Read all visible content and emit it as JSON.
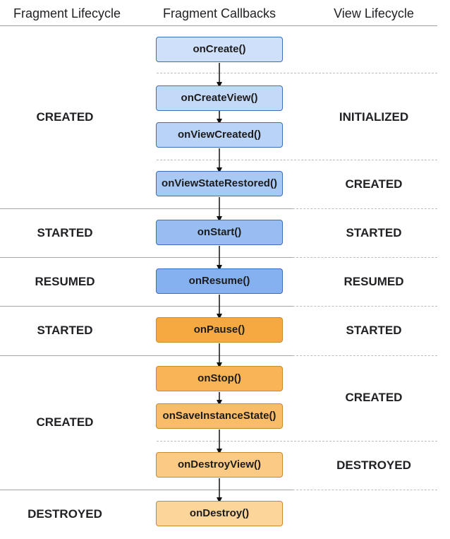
{
  "headers": {
    "fragment_lifecycle": "Fragment Lifecycle",
    "fragment_callbacks": "Fragment Callbacks",
    "view_lifecycle": "View Lifecycle"
  },
  "fragment_states": [
    "CREATED",
    "STARTED",
    "RESUMED",
    "STARTED",
    "CREATED",
    "DESTROYED"
  ],
  "view_states": [
    "INITIALIZED",
    "CREATED",
    "STARTED",
    "RESUMED",
    "STARTED",
    "CREATED",
    "DESTROYED"
  ],
  "callbacks": [
    {
      "label": "onCreate()",
      "fill": "#cfe1fa"
    },
    {
      "label": "onCreateView()",
      "fill": "#c3d9f8"
    },
    {
      "label": "onViewCreated()",
      "fill": "#b9d3f7"
    },
    {
      "label": "onViewStateRestored()",
      "fill": "#a9c9f5"
    },
    {
      "label": "onStart()",
      "fill": "#98bdf2"
    },
    {
      "label": "onResume()",
      "fill": "#85b1f0"
    },
    {
      "label": "onPause()",
      "fill": "#f7a941"
    },
    {
      "label": "onStop()",
      "fill": "#f8b457"
    },
    {
      "label": "onSaveInstanceState()",
      "fill": "#f9bd6a"
    },
    {
      "label": "onDestroyView()",
      "fill": "#fbcb85"
    },
    {
      "label": "onDestroy()",
      "fill": "#fcd59b"
    }
  ],
  "colors": {
    "created_border": "#3d6fb8",
    "paused_border": "#c98a2f"
  }
}
